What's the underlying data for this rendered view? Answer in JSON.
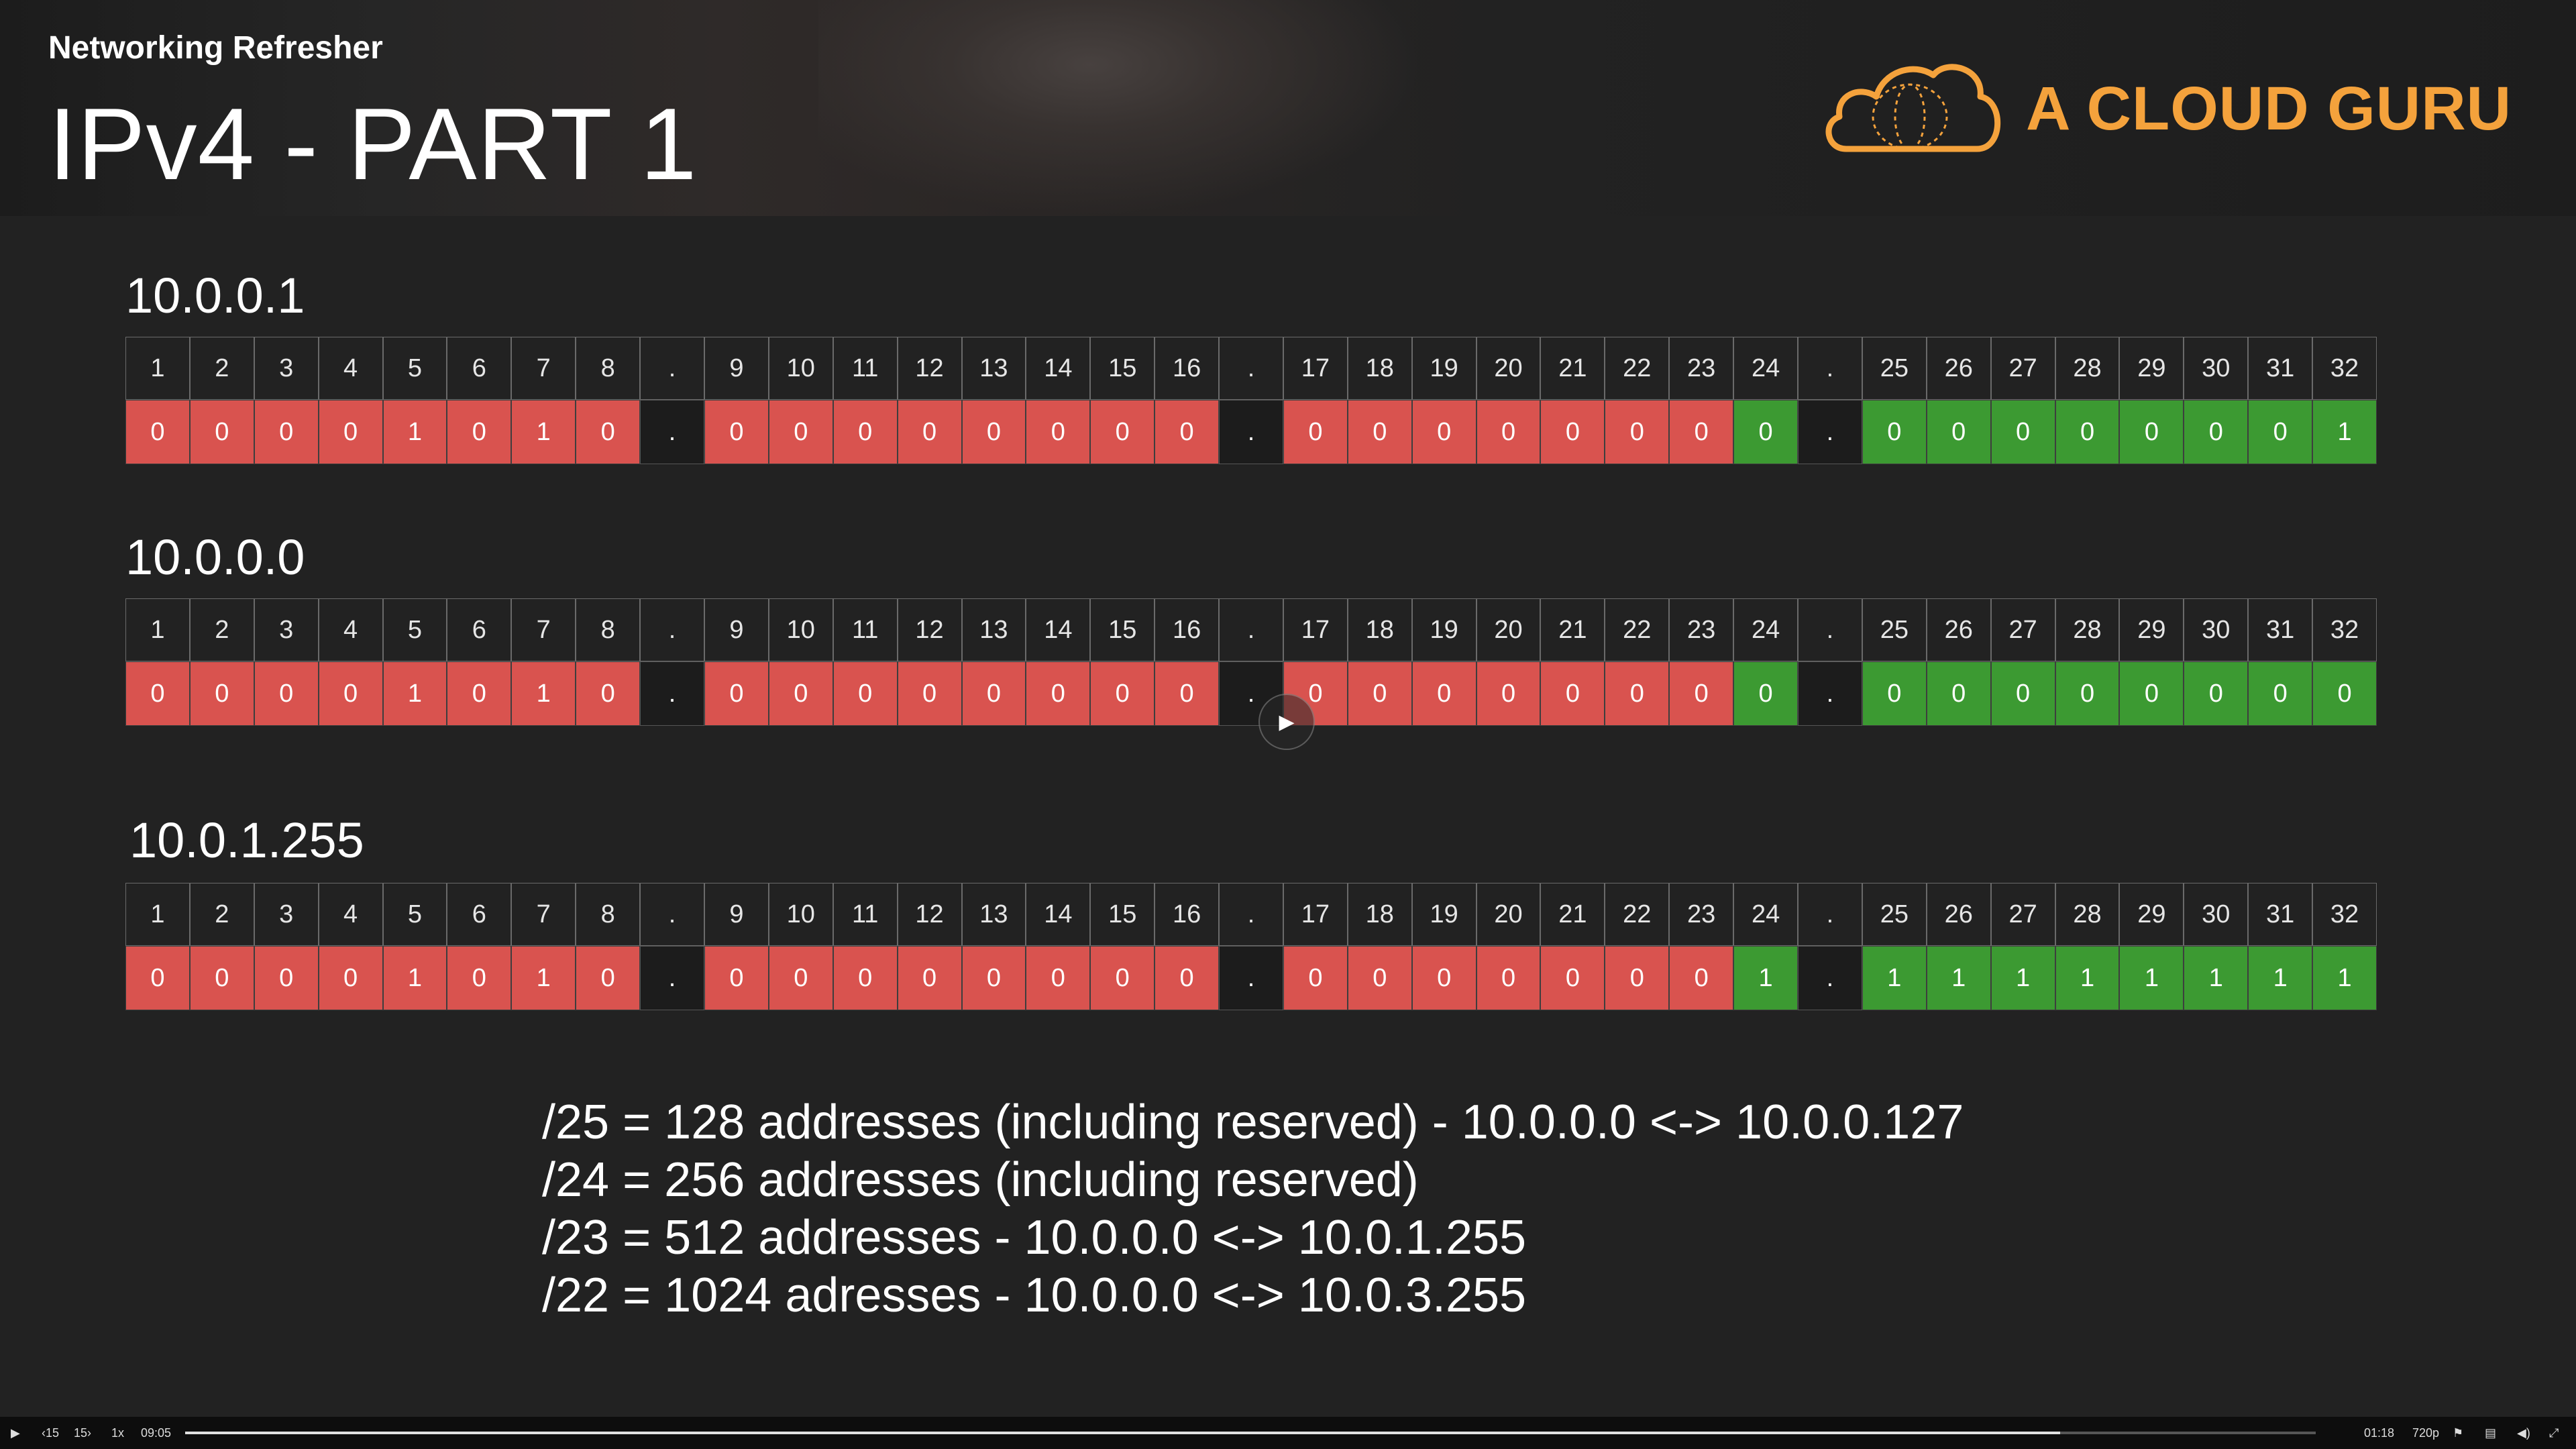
{
  "header": {
    "subtitle": "Networking Refresher",
    "title": "IPv4 - PART 1",
    "brand": "A CLOUD GURU",
    "brand_color": "#f4a23c",
    "logo_icon": "cloud-globe-icon"
  },
  "bit_headers": [
    "1",
    "2",
    "3",
    "4",
    "5",
    "6",
    "7",
    "8",
    ".",
    "9",
    "10",
    "11",
    "12",
    "13",
    "14",
    "15",
    "16",
    ".",
    "17",
    "18",
    "19",
    "20",
    "21",
    "22",
    "23",
    "24",
    ".",
    "25",
    "26",
    "27",
    "28",
    "29",
    "30",
    "31",
    "32"
  ],
  "colors": {
    "network": "#d9534f",
    "host": "#3c9a32",
    "dot": "#1c1c1c"
  },
  "addresses": [
    {
      "label": "10.0.0.1",
      "bits": [
        "0",
        "0",
        "0",
        "0",
        "1",
        "0",
        "1",
        "0",
        ".",
        "0",
        "0",
        "0",
        "0",
        "0",
        "0",
        "0",
        "0",
        ".",
        "0",
        "0",
        "0",
        "0",
        "0",
        "0",
        "0",
        "0",
        ".",
        "0",
        "0",
        "0",
        "0",
        "0",
        "0",
        "0",
        "1"
      ],
      "kinds": [
        "r",
        "r",
        "r",
        "r",
        "r",
        "r",
        "r",
        "r",
        "d",
        "r",
        "r",
        "r",
        "r",
        "r",
        "r",
        "r",
        "r",
        "d",
        "r",
        "r",
        "r",
        "r",
        "r",
        "r",
        "r",
        "g",
        "d",
        "g",
        "g",
        "g",
        "g",
        "g",
        "g",
        "g",
        "g"
      ]
    },
    {
      "label": "10.0.0.0",
      "bits": [
        "0",
        "0",
        "0",
        "0",
        "1",
        "0",
        "1",
        "0",
        ".",
        "0",
        "0",
        "0",
        "0",
        "0",
        "0",
        "0",
        "0",
        ".",
        "0",
        "0",
        "0",
        "0",
        "0",
        "0",
        "0",
        "0",
        ".",
        "0",
        "0",
        "0",
        "0",
        "0",
        "0",
        "0",
        "0"
      ],
      "kinds": [
        "r",
        "r",
        "r",
        "r",
        "r",
        "r",
        "r",
        "r",
        "d",
        "r",
        "r",
        "r",
        "r",
        "r",
        "r",
        "r",
        "r",
        "d",
        "r",
        "r",
        "r",
        "r",
        "r",
        "r",
        "r",
        "g",
        "d",
        "g",
        "g",
        "g",
        "g",
        "g",
        "g",
        "g",
        "g"
      ]
    },
    {
      "label": "10.0.1.255",
      "bits": [
        "0",
        "0",
        "0",
        "0",
        "1",
        "0",
        "1",
        "0",
        ".",
        "0",
        "0",
        "0",
        "0",
        "0",
        "0",
        "0",
        "0",
        ".",
        "0",
        "0",
        "0",
        "0",
        "0",
        "0",
        "0",
        "1",
        ".",
        "1",
        "1",
        "1",
        "1",
        "1",
        "1",
        "1",
        "1"
      ],
      "kinds": [
        "r",
        "r",
        "r",
        "r",
        "r",
        "r",
        "r",
        "r",
        "d",
        "r",
        "r",
        "r",
        "r",
        "r",
        "r",
        "r",
        "r",
        "d",
        "r",
        "r",
        "r",
        "r",
        "r",
        "r",
        "r",
        "g",
        "d",
        "g",
        "g",
        "g",
        "g",
        "g",
        "g",
        "g",
        "g"
      ]
    }
  ],
  "formulas": [
    "/25 = 128 addresses (including reserved) - 10.0.0.0 <-> 10.0.0.127",
    "/24 = 256 addresses (including reserved)",
    "/23 = 512 addresses - 10.0.0.0 <-> 10.0.1.255",
    "/22 = 1024 adresses - 10.0.0.0 <-> 10.0.3.255"
  ],
  "player": {
    "play_icon": "play-icon",
    "rewind_label": "‹15",
    "forward_label": "15›",
    "speed": "1x",
    "current_time": "09:05",
    "remaining_time": "01:18",
    "quality": "720p",
    "progress": 0.88
  }
}
